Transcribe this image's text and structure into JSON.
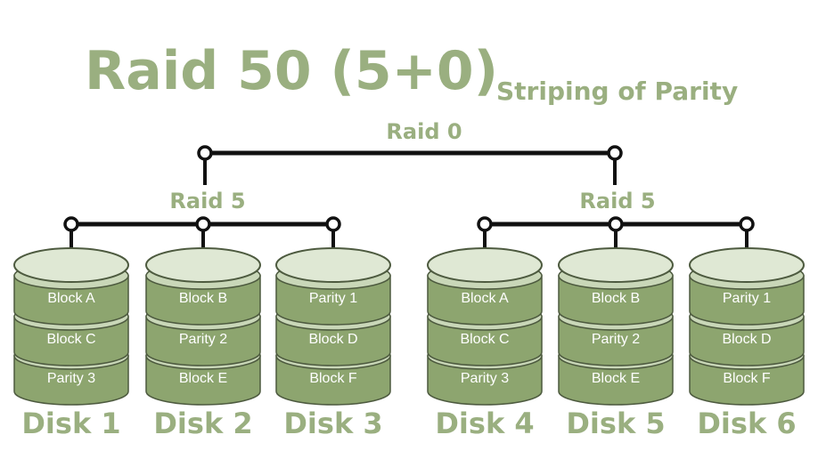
{
  "title": "Raid 50 (5+0)",
  "subtitle": "Striping of Parity",
  "raid0_label": "Raid 0",
  "raid5_groups": [
    {
      "label": "Raid 5",
      "disks": [
        {
          "name": "Disk 1",
          "blocks": [
            "Block A",
            "Block C",
            "Parity 3"
          ]
        },
        {
          "name": "Disk 2",
          "blocks": [
            "Block B",
            "Parity 2",
            "Block E"
          ]
        },
        {
          "name": "Disk 3",
          "blocks": [
            "Parity 1",
            "Block D",
            "Block F"
          ]
        }
      ]
    },
    {
      "label": "Raid 5",
      "disks": [
        {
          "name": "Disk 4",
          "blocks": [
            "Block A",
            "Block C",
            "Parity 3"
          ]
        },
        {
          "name": "Disk 5",
          "blocks": [
            "Block B",
            "Parity 2",
            "Block E"
          ]
        },
        {
          "name": "Disk 6",
          "blocks": [
            "Parity 1",
            "Block D",
            "Block F"
          ]
        }
      ]
    }
  ],
  "colors": {
    "title": "#9aaf80",
    "text": "#9aaf80",
    "line": "#111111",
    "node_fill": "#ffffff",
    "disk_body": "#8da56f",
    "disk_top": "#dfe8d4",
    "disk_band": "#c9d7b8",
    "disk_stroke": "#4d5a3f",
    "block_text": "#ffffff"
  }
}
